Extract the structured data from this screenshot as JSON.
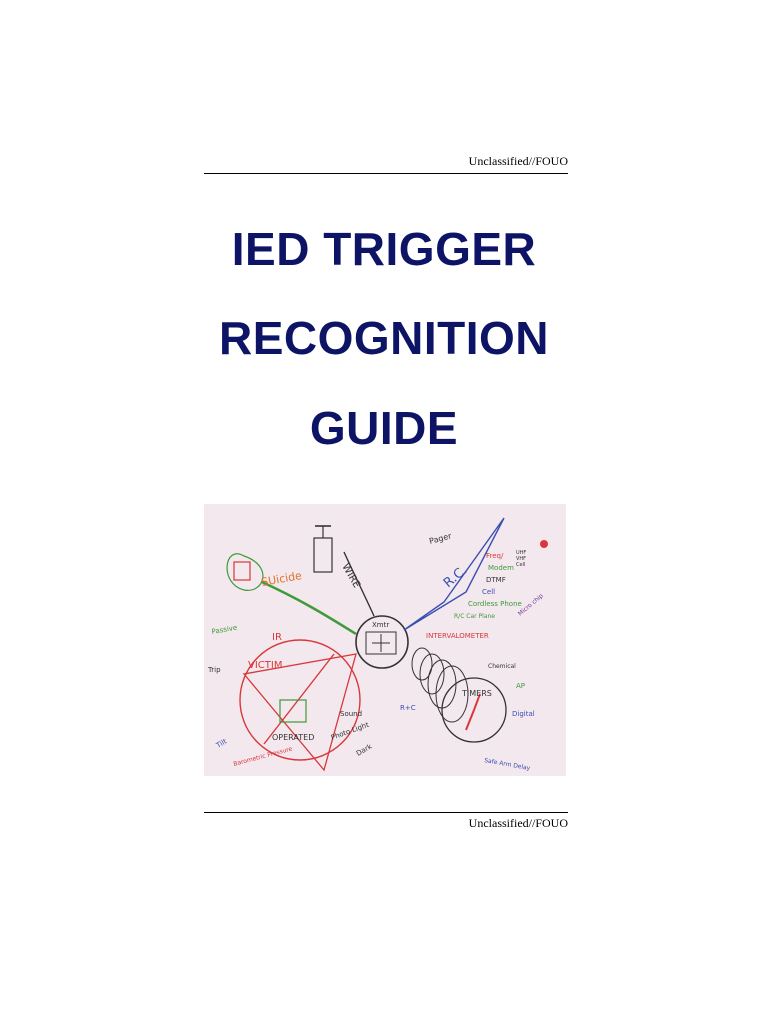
{
  "header": {
    "marking": "Unclassified//FOUO"
  },
  "title": {
    "lines": [
      "IED TRIGGER",
      "RECOGNITION",
      "GUIDE"
    ]
  },
  "sketch": {
    "labels": {
      "suicide": "SUicide",
      "wire": "WIRE",
      "rc": "R.C.",
      "pager": "Pager",
      "freq": "Freq/",
      "uhf": "UHF",
      "vhf": "VHF",
      "cell_small": "Cell",
      "modem": "Modem",
      "dtmf": "DTMF",
      "cell": "Cell",
      "cordless_phone": "Cordless Phone",
      "rc_car_plane": "R/C Car Plane",
      "micro_chip": "Micro chip",
      "ir": "IR",
      "passive": "Passive",
      "tripwire": "Trip",
      "victim": "VICTIM",
      "operated": "OPERATED",
      "sound": "Sound",
      "photo_light": "Photo Light",
      "dark": "Dark",
      "tilt": "Tilt",
      "barometric_pressure": "Barometric Pressure",
      "interval": "INTERVALOMETER",
      "timers": "TIMERS",
      "chemical": "Chemical",
      "ap": "AP",
      "digital": "Digital",
      "rc_timer": "R+C",
      "safe_arm": "Safe Arm Delay",
      "xmtr": "Xmtr"
    }
  },
  "footer": {
    "marking": "Unclassified//FOUO"
  },
  "colors": {
    "title": "#0d1466",
    "sketch_bg": "#f3e8ee",
    "red": "#d8383a",
    "green": "#3e9a3a",
    "blue": "#3a4fb0",
    "black": "#333333",
    "orange": "#e0722a",
    "purple": "#7a3a9a"
  }
}
